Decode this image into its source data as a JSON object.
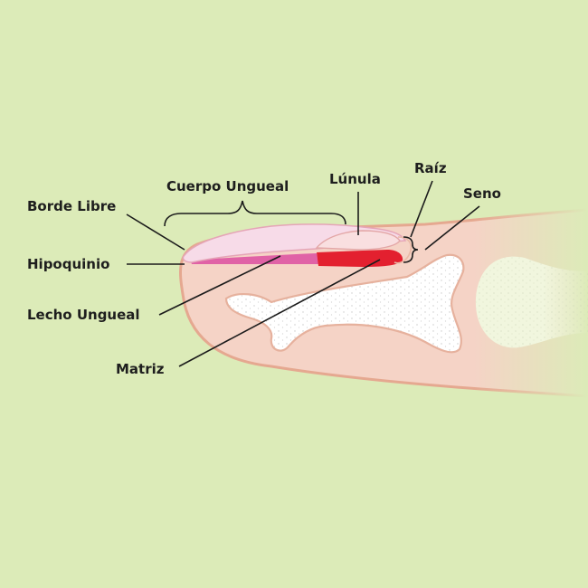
{
  "colors": {
    "background": "#dcebb8",
    "skin": "#f5d3c6",
    "skin_outline": "#e7ac92",
    "nail_plate": "#f7dbe8",
    "nail_bed": "#e062a6",
    "matrix": "#e3202f",
    "lunula": "#f9dfe0",
    "bone": "#ffffff",
    "bone_joint": "#f1f6de"
  },
  "labels": {
    "borde_libre": "Borde Libre",
    "hipoquinio": "Hipoquinio",
    "lecho_ungueal": "Lecho Ungueal",
    "matriz": "Matriz",
    "cuerpo_ungueal": "Cuerpo Ungueal",
    "lunula": "Lúnula",
    "raiz": "Raíz",
    "seno": "Seno"
  }
}
